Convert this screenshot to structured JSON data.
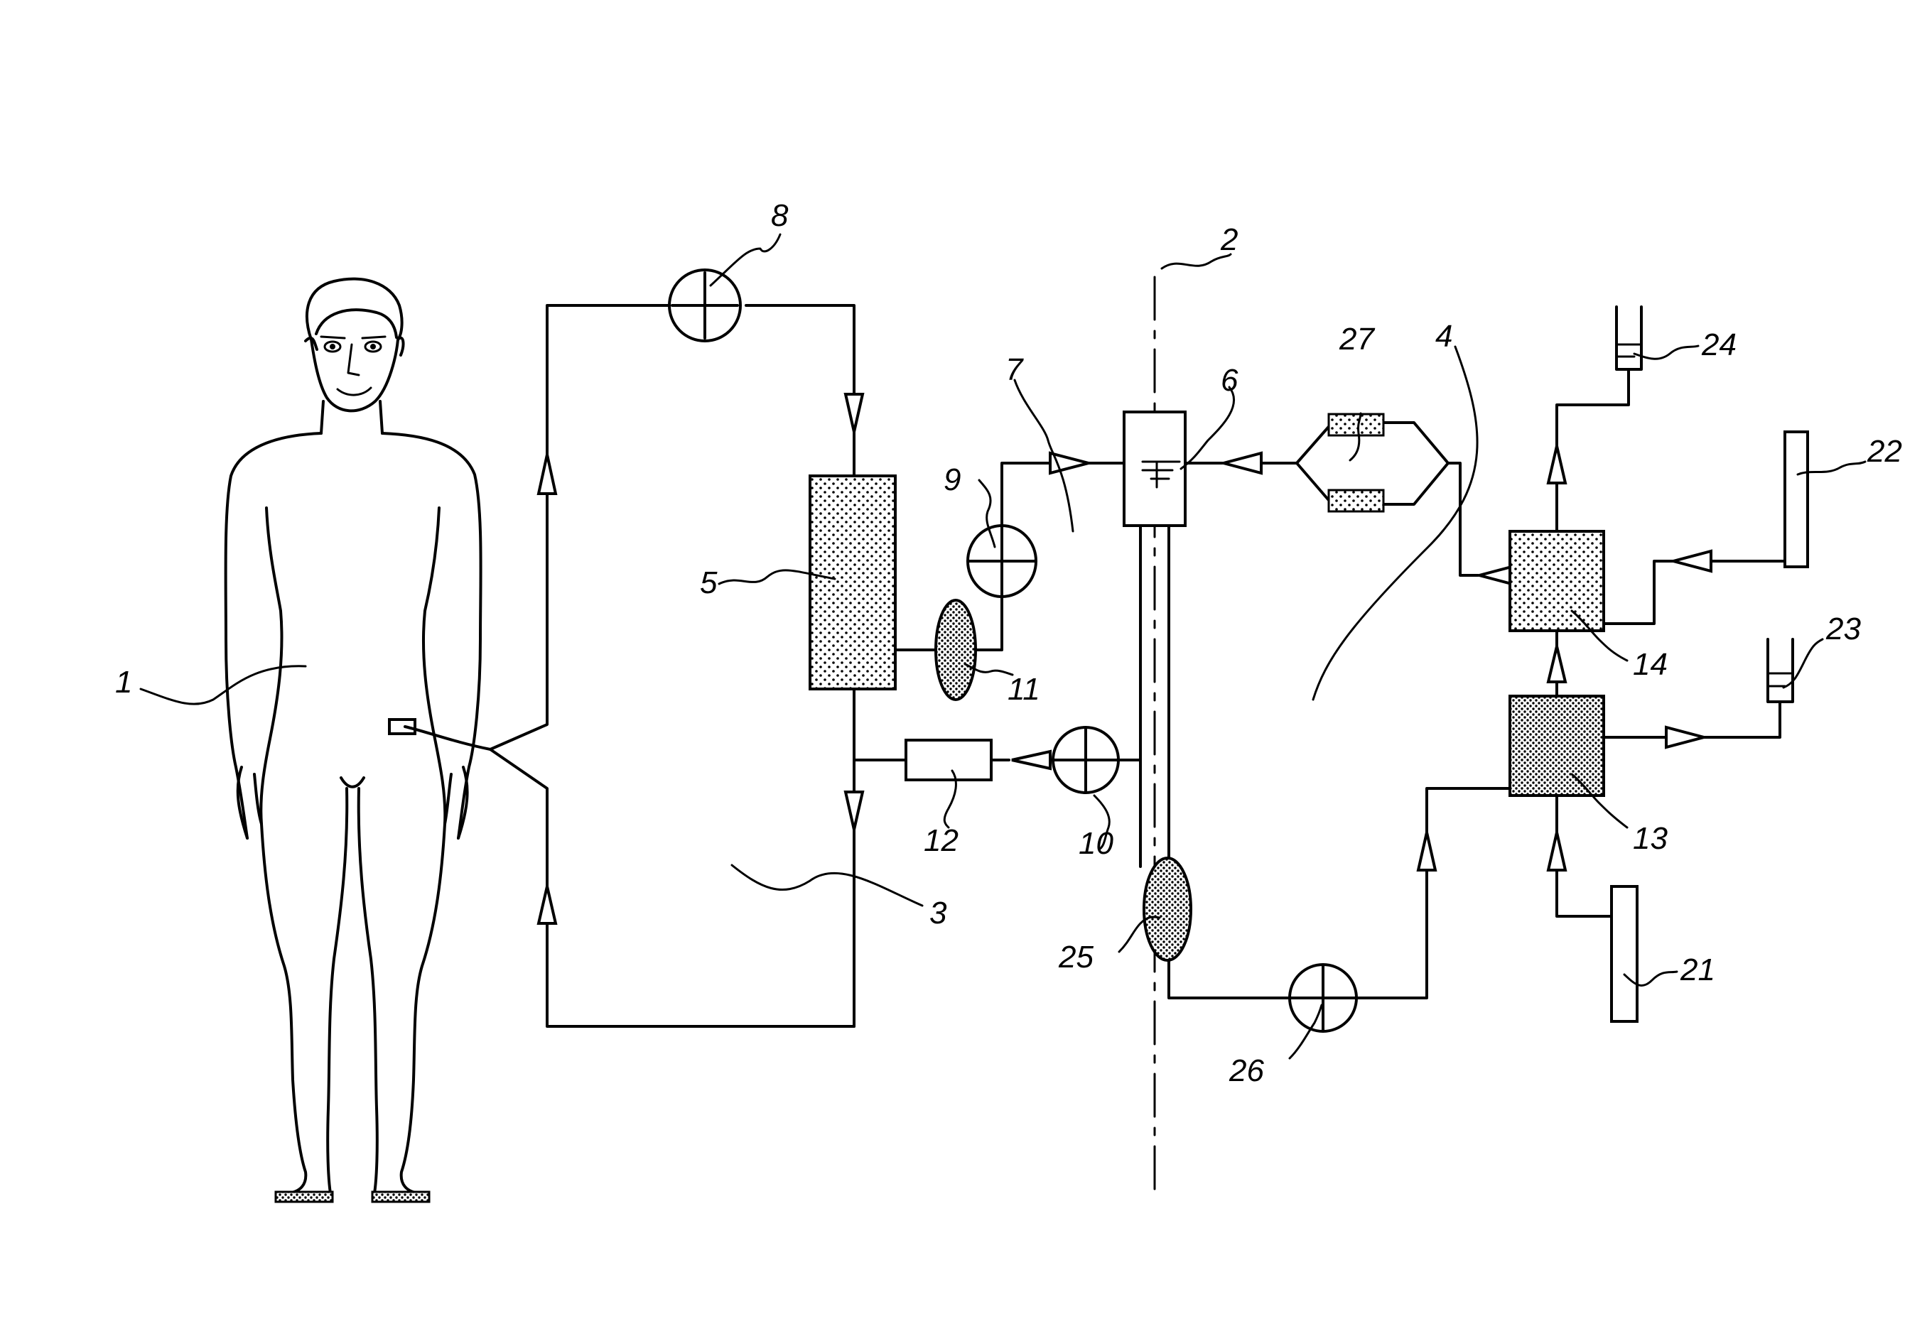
{
  "labels": {
    "l1": "1",
    "l2": "2",
    "l3": "3",
    "l4": "4",
    "l5": "5",
    "l6": "6",
    "l7": "7",
    "l8": "8",
    "l9": "9",
    "l10": "10",
    "l11": "11",
    "l12": "12",
    "l13": "13",
    "l14": "14",
    "l21": "21",
    "l22": "22",
    "l23": "23",
    "l24": "24",
    "l25": "25",
    "l26": "26",
    "l27": "27"
  }
}
